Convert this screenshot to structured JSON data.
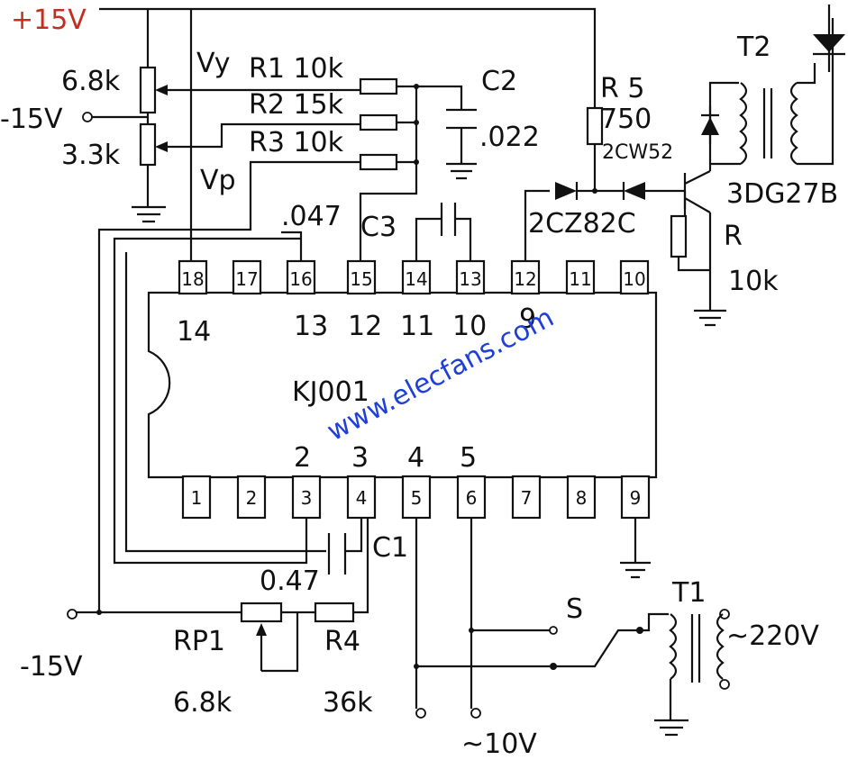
{
  "diagram": {
    "ic_name": "KJ001",
    "watermark": "www.elecfans.com",
    "top_pin_labels": [
      "18",
      "17",
      "16",
      "15",
      "14",
      "13",
      "12",
      "11",
      "10"
    ],
    "bottom_pin_labels": [
      "1",
      "2",
      "3",
      "4",
      "5",
      "6",
      "7",
      "8",
      "9"
    ],
    "inner_top_numbers": [
      "14",
      "13",
      "12",
      "11",
      "10",
      "9"
    ],
    "inner_bottom_numbers": [
      "2",
      "3",
      "4",
      "5"
    ],
    "supplies": {
      "plus15": "+15V",
      "minus15_top": "-15V",
      "minus15_bottom": "-15V",
      "ac220": "~220V",
      "ac10": "~10V"
    },
    "components": {
      "r_top": "6.8k",
      "r_mid": "3.3k",
      "vy": "Vy",
      "vp": "Vp",
      "r1": "R1 10k",
      "r2": "R2 15k",
      "r3": "R3 10k",
      "c2": "C2",
      "c2_value": ".022",
      "c_047": ".047",
      "c3": "C3",
      "r5": "R 5",
      "r5_value": "750",
      "zener": "2CW52",
      "diode": "2CZ82C",
      "transistor": "3DG27B",
      "r_label": "R",
      "r_value": "10k",
      "t2": "T2",
      "t1": "T1",
      "c1": "C1",
      "c1_value": "0.47",
      "rp1": "RP1",
      "rp1_value": "6.8k",
      "r4": "R4",
      "r4_value": "36k",
      "switch": "S"
    }
  }
}
